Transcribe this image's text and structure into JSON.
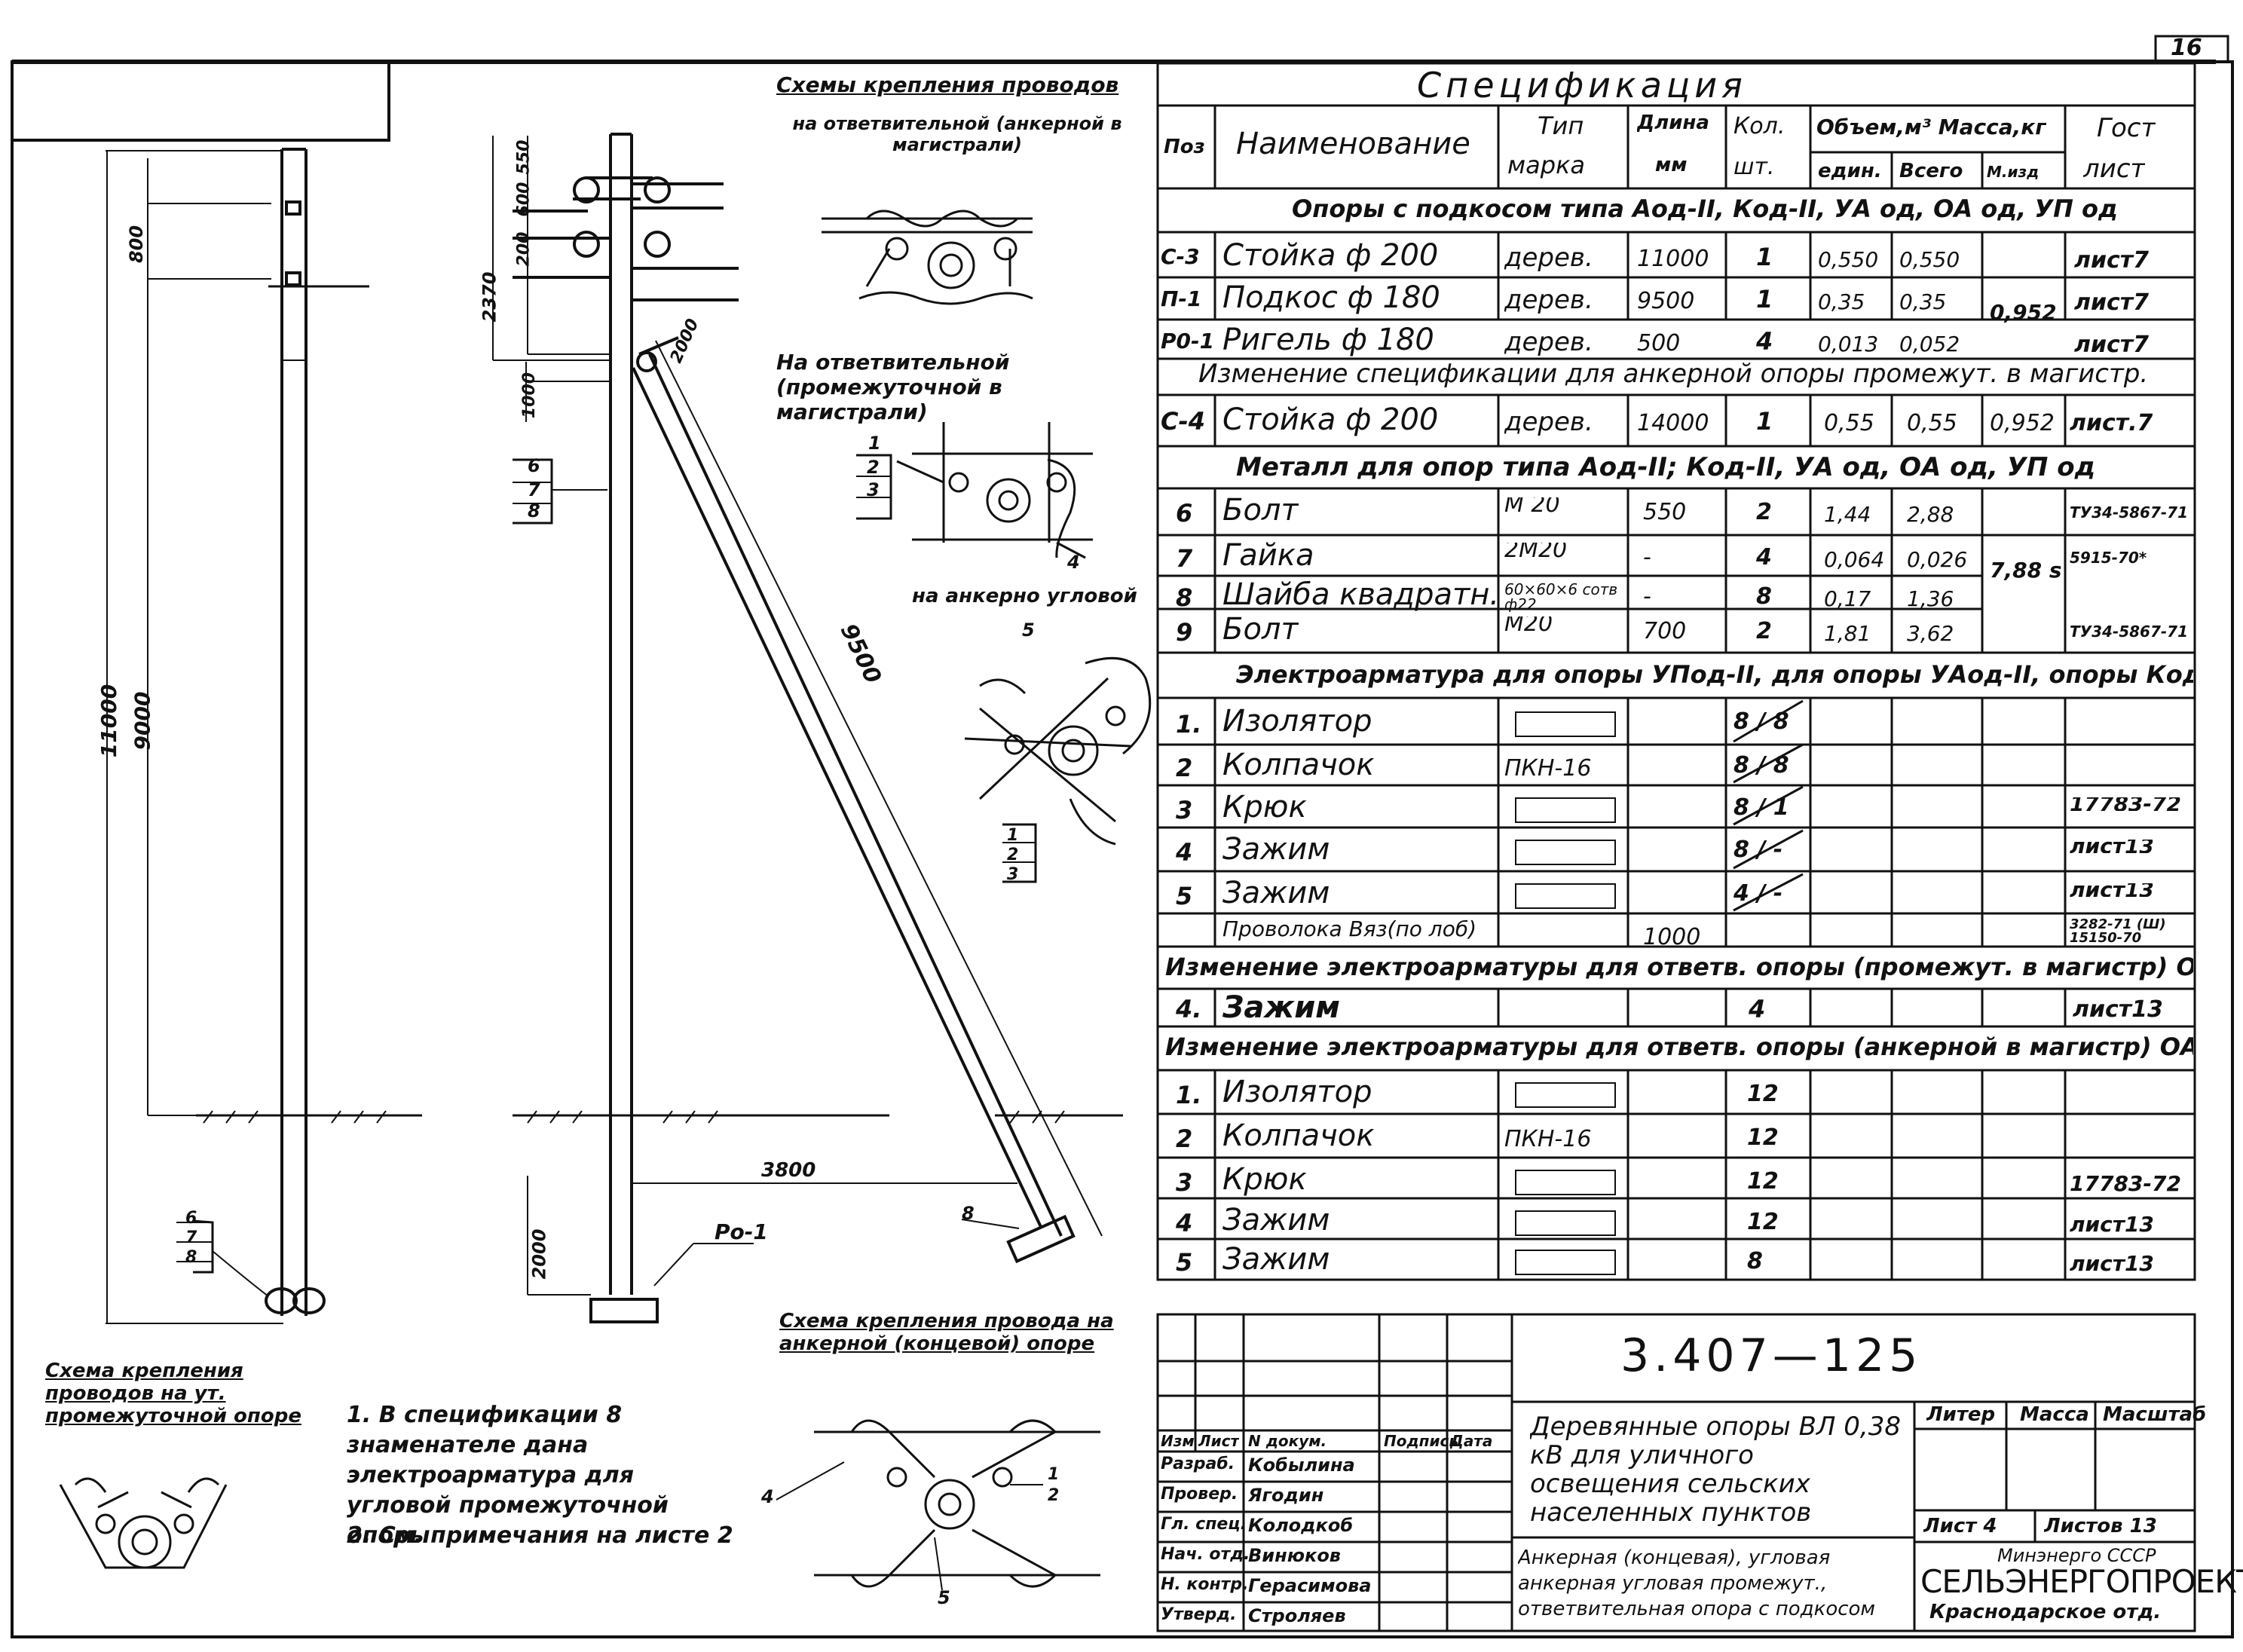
{
  "sheet_number": "16",
  "drawing_code": "3.407—125",
  "spec": {
    "title": "Спецификация",
    "headers": {
      "pos": "Поз",
      "name": "Наименование",
      "type_top": "Тип",
      "type_bottom": "марка",
      "length_top": "Длина",
      "length_bottom": "мм",
      "qty_top": "Кол.",
      "qty_bottom": "шт.",
      "volume_mass": "Объем,м³ Масса,кг",
      "unit": "един.",
      "total": "Всего",
      "per_item": "М.изд",
      "gost_top": "Гост",
      "gost_bottom": "лист"
    },
    "section1": "Опоры с подкосом типа Аод-II, Код-II, УА од, ОА од, УП од",
    "rows1": [
      {
        "pos": "С-3",
        "name": "Стойка ф 200",
        "type": "дерев.",
        "len": "11000",
        "qty": "1",
        "unit": "0,550",
        "total": "0,550",
        "gost": "лист7"
      },
      {
        "pos": "П-1",
        "name": "Подкос ф 180",
        "type": "дерев.",
        "len": "9500",
        "qty": "1",
        "unit": "0,35",
        "total": "0,35",
        "gost": "лист7"
      },
      {
        "pos": "Р0-1",
        "name": "Ригель ф 180",
        "type": "дерев.",
        "len": "500",
        "qty": "4",
        "unit": "0,013",
        "total": "0,052",
        "gost": "лист7"
      }
    ],
    "rows1_mass": "0,952",
    "section2": "Изменение спецификации для анкерной опоры промежут. в магистр.",
    "row2": {
      "pos": "С-4",
      "name": "Стойка ф 200",
      "type": "дерев.",
      "len": "14000",
      "qty": "1",
      "unit": "0,55",
      "total": "0,55",
      "mass": "0,952",
      "gost": "лист.7"
    },
    "section3": "Металл для опор типа Аод-II; Код-II, УА од, ОА од, УП од",
    "rows3": [
      {
        "pos": "6",
        "name": "Болт",
        "type": "М 20",
        "len": "550",
        "qty": "2",
        "unit": "1,44",
        "total": "2,88",
        "gost": "ТУ34-5867-71"
      },
      {
        "pos": "7",
        "name": "Гайка",
        "type": "2М20",
        "len": "-",
        "qty": "4",
        "unit": "0,064",
        "total": "0,026",
        "gost": "5915-70*"
      },
      {
        "pos": "8",
        "name": "Шайба квадратн.",
        "type": "60×60×6 сотв ф22",
        "len": "-",
        "qty": "8",
        "unit": "0,17",
        "total": "1,36",
        "gost": ""
      },
      {
        "pos": "9",
        "name": "Болт",
        "type": "М20",
        "len": "700",
        "qty": "2",
        "unit": "1,81",
        "total": "3,62",
        "gost": "ТУ34-5867-71"
      }
    ],
    "rows3_mass": "7,88 s",
    "section4": "Электроарматура для опоры УПод-II, для опоры УАод-II, опоры Код-II",
    "rows4": [
      {
        "pos": "1.",
        "name": "Изолятор",
        "type": "",
        "qty": "8 / 8",
        "gost": ""
      },
      {
        "pos": "2",
        "name": "Колпачок",
        "type": "ПКН-16",
        "qty": "8 / 8",
        "gost": ""
      },
      {
        "pos": "3",
        "name": "Крюк",
        "type": "",
        "qty": "8 / 1",
        "gost": "17783-72"
      },
      {
        "pos": "4",
        "name": "Зажим",
        "type": "",
        "qty": "8 / -",
        "gost": "лист13"
      },
      {
        "pos": "5",
        "name": "Зажим",
        "type": "",
        "qty": "4 / -",
        "gost": "лист13"
      },
      {
        "pos": "",
        "name": "Проволока Вяз(по лоб)",
        "type": "",
        "len": "1000",
        "qty": "",
        "gost": "3282-71 (Ш) 15150-70"
      }
    ],
    "section5": "Изменение электроарматуры для ответв. опоры (промежут. в магистр) ОА од",
    "row5": {
      "pos": "4.",
      "name": "Зажим",
      "qty": "4",
      "gost": "лист13"
    },
    "section6": "Изменение электроарматуры для ответв. опоры (анкерной в магистр) ОА од",
    "rows6": [
      {
        "pos": "1.",
        "name": "Изолятор",
        "type": "",
        "qty": "12",
        "gost": ""
      },
      {
        "pos": "2",
        "name": "Колпачок",
        "type": "ПКН-16",
        "qty": "12",
        "gost": ""
      },
      {
        "pos": "3",
        "name": "Крюк",
        "type": "",
        "qty": "12",
        "gost": "17783-72"
      },
      {
        "pos": "4",
        "name": "Зажим",
        "type": "",
        "qty": "12",
        "gost": "лист13"
      },
      {
        "pos": "5",
        "name": "Зажим",
        "type": "",
        "qty": "8",
        "gost": "лист13"
      }
    ]
  },
  "schemes": {
    "top_title": "Схемы крепления проводов",
    "top_sub": "на ответвительной (анкерной в магистрали)",
    "mid_title": "На ответвительной (промежуточной в магистрали)",
    "anchor_title": "на анкерно угловой",
    "bottom_title": "Схема крепления провода на анкерной (концевой) опоре",
    "left_title": "Схема крепления проводов на ут. промежуточной опоре",
    "callouts": [
      "1",
      "2",
      "3",
      "4",
      "5",
      "6",
      "7",
      "8"
    ]
  },
  "dimensions": {
    "d550": "550",
    "d600": "600",
    "d200": "200",
    "d800": "800",
    "d2370": "2370",
    "d1000": "1000",
    "d11000": "11000",
    "d9000": "9000",
    "d9500": "9500",
    "d3800": "3800",
    "d2000": "2000",
    "d2000b": "2000",
    "ro1": "Ро-1"
  },
  "notes": {
    "n1": "1. В спецификации 8 знаменателе дана электроарматура для угловой промежуточной опоры",
    "n2": "2. См. примечания на листе 2"
  },
  "title_block": {
    "col_heads": [
      "Изм",
      "Лист",
      "N докум.",
      "Подпись",
      "Дата"
    ],
    "people": [
      {
        "role": "Разраб.",
        "name": "Кобылина"
      },
      {
        "role": "Провер.",
        "name": "Ягодин"
      },
      {
        "role": "Гл. спец.",
        "name": "Колодкоб"
      },
      {
        "role": "Нач. отд.",
        "name": "Винюков"
      },
      {
        "role": "Н. контр.",
        "name": "Герасимова"
      },
      {
        "role": "Утверд.",
        "name": "Строляев"
      }
    ],
    "description": "Деревянные опоры ВЛ 0,38 кВ для уличного освещения сельских населенных пунктов",
    "sheet_desc": "Анкерная (концевая), угловая анкерная угловая промежут., ответвительная опора с подкосом",
    "liter": "Литер",
    "mass": "Масса",
    "scale": "Масштаб",
    "sheet": "Лист 4",
    "sheets": "Листов 13",
    "ministry": "Минэнерго СССР",
    "org": "СЕЛЬЭНЕРГОПРОЕКТ",
    "dept": "Краснодарское отд."
  }
}
